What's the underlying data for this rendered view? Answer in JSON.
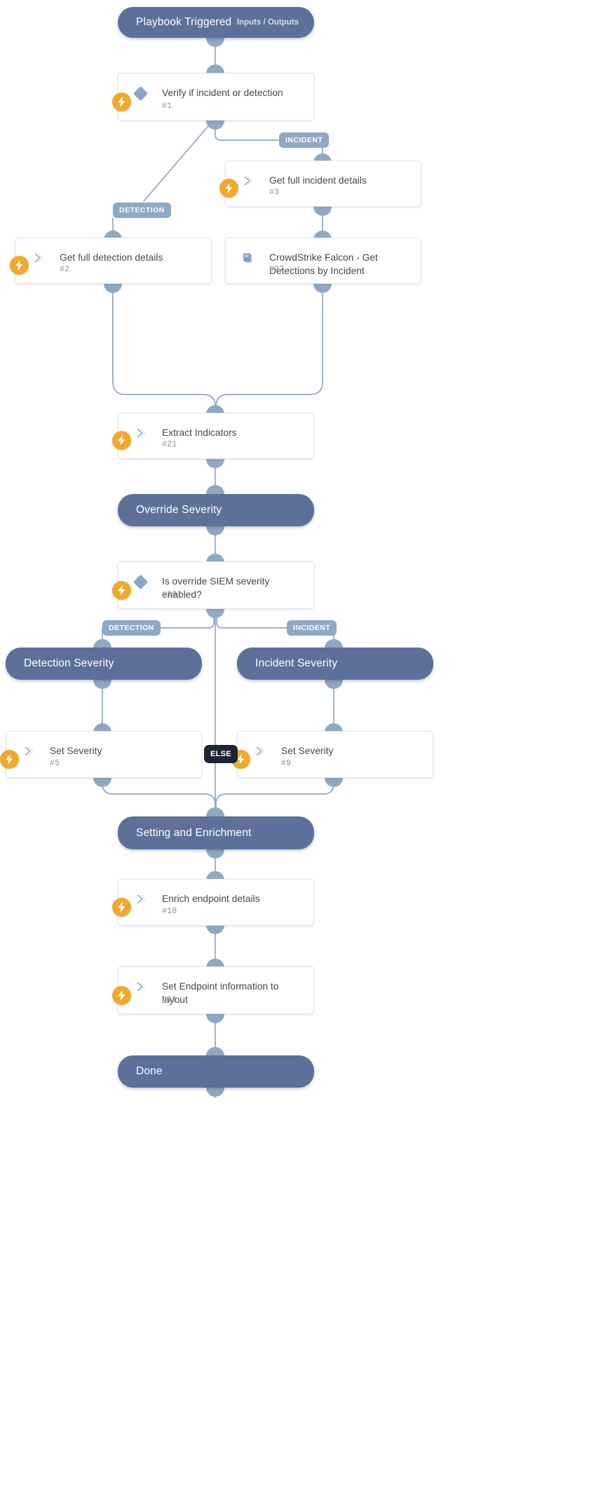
{
  "diagram": {
    "type": "playbook-workflow",
    "accent_node_color": "#5d7099",
    "connector_color": "#8fa8c4",
    "automation_badge_color": "#f0a92c",
    "else_badge_color": "#1d2532"
  },
  "start": {
    "title": "Playbook Triggered",
    "subtitle": "Inputs / Outputs"
  },
  "sections": {
    "override_severity": "Override Severity",
    "detection_severity": "Detection Severity",
    "incident_severity": "Incident Severity",
    "setting_and_enrichment": "Setting and Enrichment"
  },
  "end": {
    "title": "Done"
  },
  "tasks": [
    {
      "key": "verify",
      "title": "Verify if incident or detection",
      "id": "#1",
      "icon": "condition-diamond-icon",
      "automated": true
    },
    {
      "key": "incident_details",
      "title": "Get full incident details",
      "id": "#3",
      "icon": "chevron-icon",
      "automated": true
    },
    {
      "key": "detection_details",
      "title": "Get full detection details",
      "id": "#2",
      "icon": "chevron-icon",
      "automated": true
    },
    {
      "key": "crowdstrike",
      "title": "CrowdStrike Falcon - Get Detections by Incident",
      "id": "#22",
      "icon": "playbook-book-icon",
      "automated": false
    },
    {
      "key": "extract",
      "title": "Extract Indicators",
      "id": "#21",
      "icon": "chevron-icon",
      "automated": true
    },
    {
      "key": "is_override",
      "title": "Is override SIEM severity enabled?",
      "id": "#19",
      "icon": "condition-diamond-icon",
      "automated": true
    },
    {
      "key": "set_sev_detection",
      "title": "Set Severity",
      "id": "#5",
      "icon": "chevron-icon",
      "automated": true
    },
    {
      "key": "set_sev_incident",
      "title": "Set Severity",
      "id": "#9",
      "icon": "chevron-icon",
      "automated": true
    },
    {
      "key": "enrich",
      "title": "Enrich endpoint details",
      "id": "#10",
      "icon": "chevron-icon",
      "automated": true
    },
    {
      "key": "set_endpoint",
      "title": "Set Endpoint information to layout",
      "id": "#11",
      "icon": "chevron-icon",
      "automated": true
    }
  ],
  "branch_labels": {
    "verify_incident": "INCIDENT",
    "verify_detection": "DETECTION",
    "override_detection": "DETECTION",
    "override_incident": "INCIDENT",
    "override_else": "ELSE"
  }
}
